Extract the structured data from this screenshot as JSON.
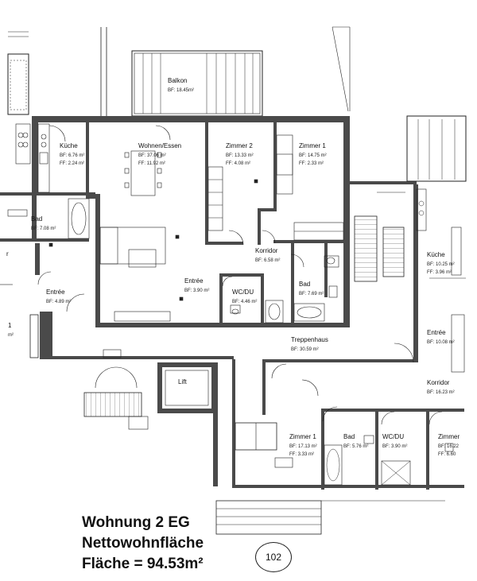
{
  "plan": {
    "rooms": [
      {
        "id": "balkon",
        "name": "Balkon",
        "lines": [
          "BF: 18.45m²"
        ]
      },
      {
        "id": "kueche-left",
        "name": "Küche",
        "lines": [
          "BF: 6.76 m²",
          "FF: 2.24 m²"
        ]
      },
      {
        "id": "wohnen",
        "name": "Wohnen/Essen",
        "lines": [
          "BF: 37.06 m²",
          "FF: 11.92 m²"
        ]
      },
      {
        "id": "zimmer2",
        "name": "Zimmer 2",
        "lines": [
          "BF: 13.33 m²",
          "FF: 4.08 m²"
        ]
      },
      {
        "id": "zimmer1-top",
        "name": "Zimmer 1",
        "lines": [
          "BF: 14.75 m²",
          "FF: 2.33 m²"
        ]
      },
      {
        "id": "bad-left",
        "name": "Bad",
        "lines": [
          "BF: 7.08 m²"
        ]
      },
      {
        "id": "korridor-mid",
        "name": "Korridor",
        "lines": [
          "BF: 6.58 m²"
        ]
      },
      {
        "id": "kueche-right",
        "name": "Küche",
        "lines": [
          "BF: 10.25 m²",
          "FF: 3.96 m²"
        ]
      },
      {
        "id": "entree-left",
        "name": "Entrée",
        "lines": [
          "BF: 4.89 m²"
        ]
      },
      {
        "id": "entree-mid",
        "name": "Entrée",
        "lines": [
          "BF: 3.90 m²"
        ]
      },
      {
        "id": "wcdu-mid",
        "name": "WC/DU",
        "lines": [
          "BF: 4.46 m²"
        ]
      },
      {
        "id": "bad-mid",
        "name": "Bad",
        "lines": [
          "BF: 7.69 m²"
        ]
      },
      {
        "id": "treppenhaus",
        "name": "Treppenhaus",
        "lines": [
          "BF: 30.59 m²"
        ]
      },
      {
        "id": "entree-right",
        "name": "Entrée",
        "lines": [
          "BF: 10.08 m²"
        ]
      },
      {
        "id": "korridor-right",
        "name": "Korridor",
        "lines": [
          "BF: 16.23 m²"
        ]
      },
      {
        "id": "lift",
        "name": "Lift",
        "lines": []
      },
      {
        "id": "zimmer1-low",
        "name": "Zimmer 1",
        "lines": [
          "BF: 17.13 m²",
          "FF: 3.33 m²"
        ]
      },
      {
        "id": "bad-low",
        "name": "Bad",
        "lines": [
          "BF: 5.76 m²"
        ]
      },
      {
        "id": "wcdu-low",
        "name": "WC/DU",
        "lines": [
          "BF: 3.90 m²"
        ]
      },
      {
        "id": "zimmer-right",
        "name": "Zimmer",
        "lines": [
          "BF: 16.22",
          "FF: 6.60"
        ]
      },
      {
        "id": "frag-left",
        "name": "1",
        "lines": [
          "m²"
        ]
      },
      {
        "id": "frag-r",
        "name": "r",
        "lines": []
      }
    ]
  },
  "caption": {
    "line1": "Wohnung 2 EG",
    "line2": "Nettowohnfläche",
    "line3": "Fläche = 94.53m²"
  },
  "page_number": "102"
}
